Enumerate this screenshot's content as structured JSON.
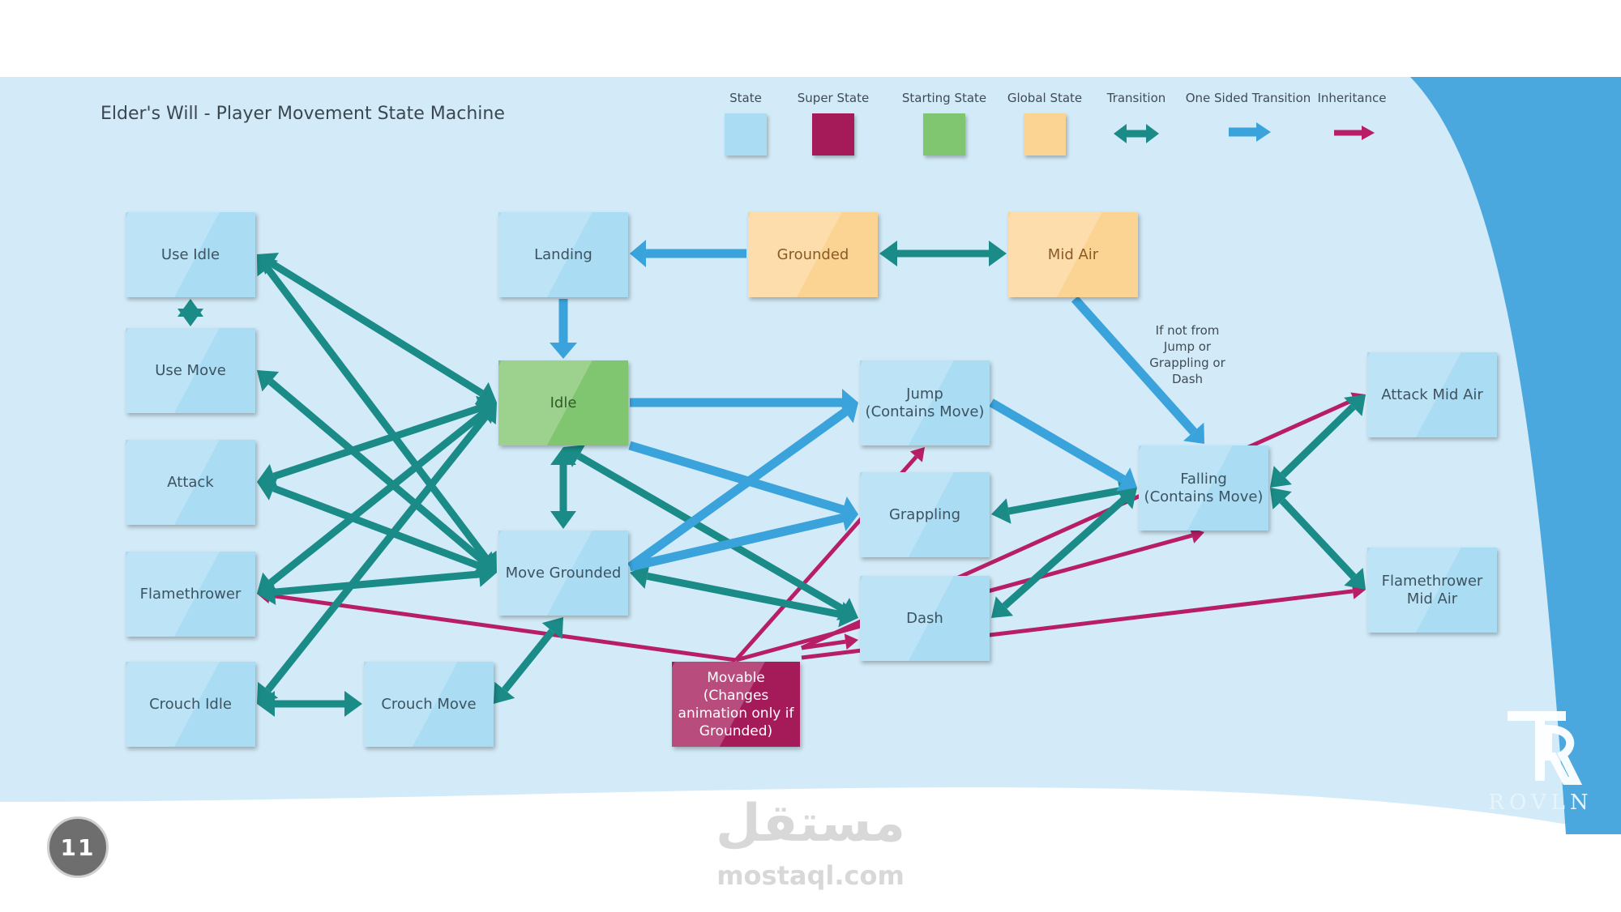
{
  "title": "Elder's Will - Player Movement State Machine",
  "legend": [
    {
      "label": "State",
      "kind": "state"
    },
    {
      "label": "Super State",
      "kind": "super"
    },
    {
      "label": "Starting State",
      "kind": "start"
    },
    {
      "label": "Global State",
      "kind": "global"
    },
    {
      "label": "Transition",
      "kind": "transition"
    },
    {
      "label": "One Sided Transition",
      "kind": "onesided"
    },
    {
      "label": "Inheritance",
      "kind": "inheritance"
    }
  ],
  "colors": {
    "state": "#aadcf4",
    "super_state": "#a51a59",
    "starting_state": "#80c56f",
    "global_state": "#fbd494",
    "transition": "#1a8b86",
    "one_sided_transition": "#3aa3dc",
    "inheritance": "#b81e66",
    "background": "#d3ebf8",
    "accent_blue": "#4ba8de"
  },
  "nodes": [
    {
      "id": "use_idle",
      "label": "Use Idle",
      "kind": "state"
    },
    {
      "id": "use_move",
      "label": "Use Move",
      "kind": "state"
    },
    {
      "id": "attack",
      "label": "Attack",
      "kind": "state"
    },
    {
      "id": "flamethrower",
      "label": "Flamethrower",
      "kind": "state"
    },
    {
      "id": "crouch_idle",
      "label": "Crouch Idle",
      "kind": "state"
    },
    {
      "id": "crouch_move",
      "label": "Crouch Move",
      "kind": "state"
    },
    {
      "id": "landing",
      "label": "Landing",
      "kind": "state"
    },
    {
      "id": "idle",
      "label": "Idle",
      "kind": "start"
    },
    {
      "id": "move_grounded",
      "label": "Move Grounded",
      "kind": "state"
    },
    {
      "id": "movable",
      "label": "Movable\n(Changes\nanimation only if\nGrounded)",
      "kind": "super"
    },
    {
      "id": "grounded",
      "label": "Grounded",
      "kind": "global"
    },
    {
      "id": "mid_air",
      "label": "Mid Air",
      "kind": "global"
    },
    {
      "id": "jump",
      "label": "Jump\n(Contains Move)",
      "kind": "state"
    },
    {
      "id": "grappling",
      "label": "Grappling",
      "kind": "state"
    },
    {
      "id": "dash",
      "label": "Dash",
      "kind": "state"
    },
    {
      "id": "falling",
      "label": "Falling\n(Contains Move)",
      "kind": "state"
    },
    {
      "id": "attack_mid_air",
      "label": "Attack Mid Air",
      "kind": "state"
    },
    {
      "id": "flamethrower_mid_air",
      "label": "Flamethrower\nMid Air",
      "kind": "state"
    }
  ],
  "edges": [
    {
      "from": "grounded",
      "to": "mid_air",
      "type": "transition"
    },
    {
      "from": "grounded",
      "to": "landing",
      "type": "onesided"
    },
    {
      "from": "landing",
      "to": "idle",
      "type": "onesided"
    },
    {
      "from": "mid_air",
      "to": "falling",
      "type": "onesided",
      "label": "If not from\nJump or\nGrappling or\nDash"
    },
    {
      "from": "use_idle",
      "to": "use_move",
      "type": "transition"
    },
    {
      "from": "idle",
      "to": "use_idle",
      "type": "transition"
    },
    {
      "from": "idle",
      "to": "attack",
      "type": "transition"
    },
    {
      "from": "idle",
      "to": "flamethrower",
      "type": "transition"
    },
    {
      "from": "idle",
      "to": "crouch_idle",
      "type": "transition"
    },
    {
      "from": "move_grounded",
      "to": "use_move",
      "type": "transition"
    },
    {
      "from": "move_grounded",
      "to": "attack",
      "type": "transition"
    },
    {
      "from": "move_grounded",
      "to": "flamethrower",
      "type": "transition"
    },
    {
      "from": "move_grounded",
      "to": "use_idle",
      "type": "transition"
    },
    {
      "from": "crouch_idle",
      "to": "crouch_move",
      "type": "transition"
    },
    {
      "from": "crouch_move",
      "to": "move_grounded",
      "type": "transition"
    },
    {
      "from": "idle",
      "to": "move_grounded",
      "type": "transition"
    },
    {
      "from": "idle",
      "to": "jump",
      "type": "onesided"
    },
    {
      "from": "idle",
      "to": "grappling",
      "type": "onesided"
    },
    {
      "from": "move_grounded",
      "to": "jump",
      "type": "onesided"
    },
    {
      "from": "move_grounded",
      "to": "grappling",
      "type": "onesided"
    },
    {
      "from": "idle",
      "to": "dash",
      "type": "transition"
    },
    {
      "from": "move_grounded",
      "to": "dash",
      "type": "transition"
    },
    {
      "from": "jump",
      "to": "falling",
      "type": "onesided"
    },
    {
      "from": "falling",
      "to": "grappling",
      "type": "transition"
    },
    {
      "from": "falling",
      "to": "dash",
      "type": "transition"
    },
    {
      "from": "falling",
      "to": "attack_mid_air",
      "type": "transition"
    },
    {
      "from": "falling",
      "to": "flamethrower_mid_air",
      "type": "transition"
    },
    {
      "from": "movable",
      "to": "flamethrower",
      "type": "inheritance"
    },
    {
      "from": "movable",
      "to": "jump",
      "type": "inheritance"
    },
    {
      "from": "movable",
      "to": "falling",
      "type": "inheritance"
    },
    {
      "from": "movable",
      "to": "flamethrower_mid_air",
      "type": "inheritance"
    },
    {
      "from": "movable",
      "to": "attack_mid_air",
      "type": "inheritance"
    },
    {
      "from": "movable",
      "to": "dash",
      "type": "inheritance"
    }
  ],
  "page_number": "11",
  "watermark": {
    "arabic": "مستقل",
    "latin": "mostaql.com"
  },
  "logo": {
    "text": "ROVLN"
  }
}
